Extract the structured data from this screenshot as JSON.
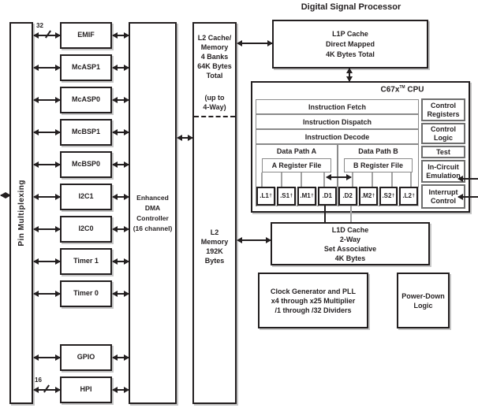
{
  "title": "Digital Signal Processor",
  "pin_mux_label": "Pin Multiplexing",
  "peripherals": [
    {
      "label": "EMIF",
      "bus": "32"
    },
    {
      "label": "McASP1"
    },
    {
      "label": "McASP0"
    },
    {
      "label": "McBSP1"
    },
    {
      "label": "McBSP0"
    },
    {
      "label": "I2C1"
    },
    {
      "label": "I2C0"
    },
    {
      "label": "Timer 1"
    },
    {
      "label": "Timer 0"
    },
    {
      "label": "GPIO"
    },
    {
      "label": "HPI",
      "bus": "16"
    }
  ],
  "dma_controller": {
    "text": "Enhanced\nDMA\nController\n(16 channel)"
  },
  "l2": {
    "cache_text": "L2 Cache/\nMemory\n4 Banks\n64K Bytes\nTotal",
    "assoc_text": "(up to\n4-Way)",
    "memory_text": "L2\nMemory\n192K\nBytes"
  },
  "l1p": {
    "text": "L1P Cache\nDirect Mapped\n4K Bytes Total"
  },
  "l1d": {
    "text": "L1D Cache\n2-Way\nSet Associative\n4K Bytes"
  },
  "cpu": {
    "name": "C67x",
    "name_sup": "TM",
    "name_suffix": "CPU",
    "pipeline": [
      "Instruction Fetch",
      "Instruction Dispatch",
      "Instruction Decode"
    ],
    "datapath_a": {
      "label": "Data Path A",
      "regfile": "A Register File"
    },
    "datapath_b": {
      "label": "Data Path B",
      "regfile": "B Register File"
    },
    "units_a": [
      {
        "name": ".L1",
        "sup": "†"
      },
      {
        "name": ".S1",
        "sup": "†"
      },
      {
        "name": ".M1",
        "sup": "†"
      },
      {
        "name": ".D1",
        "sup": ""
      }
    ],
    "units_b": [
      {
        "name": ".D2",
        "sup": ""
      },
      {
        "name": ".M2",
        "sup": "†"
      },
      {
        "name": ".S2",
        "sup": "†"
      },
      {
        "name": ".L2",
        "sup": "†"
      }
    ],
    "control": [
      "Control\nRegisters",
      "Control\nLogic",
      "Test",
      "In-Circuit\nEmulation",
      "Interrupt\nControl"
    ]
  },
  "clock": {
    "text": "Clock Generator and PLL\nx4 through x25 Multiplier\n/1 through /32 Dividers"
  },
  "power": {
    "text": "Power-Down\nLogic"
  },
  "colors": {
    "line": "#231f20",
    "gray_line": "#a3a3a3",
    "inner_border": "#8a8a8a",
    "shadow": "#c6c6c6"
  }
}
